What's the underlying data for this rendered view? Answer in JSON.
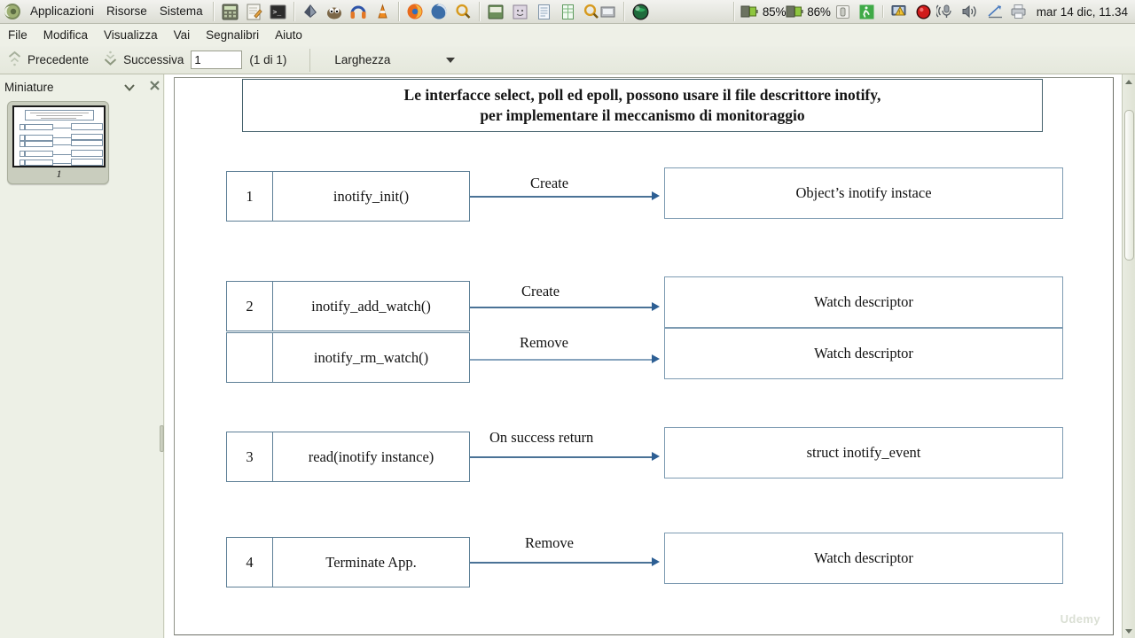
{
  "panel": {
    "menus": [
      "Applicazioni",
      "Risorse",
      "Sistema"
    ],
    "launchers": [
      {
        "name": "calculator-icon",
        "glyph": "὚9"
      },
      {
        "name": "text-editor-icon",
        "glyph": ""
      },
      {
        "name": "terminal-icon",
        "glyph": ""
      },
      {
        "name": "inkscape-icon",
        "glyph": ""
      },
      {
        "name": "gimp-icon",
        "glyph": ""
      },
      {
        "name": "audacity-icon",
        "glyph": ""
      },
      {
        "name": "vlc-icon",
        "glyph": ""
      },
      {
        "name": "firefox-icon",
        "glyph": ""
      },
      {
        "name": "browser-icon",
        "glyph": ""
      },
      {
        "name": "search-icon",
        "glyph": ""
      },
      {
        "name": "dictionary-icon",
        "glyph": ""
      },
      {
        "name": "spreadsheet-icon",
        "glyph": ""
      },
      {
        "name": "document-icon",
        "glyph": ""
      },
      {
        "name": "calc-sheet-icon",
        "glyph": ""
      },
      {
        "name": "magnifier-icon",
        "glyph": ""
      },
      {
        "name": "screenshot-icon",
        "glyph": ""
      },
      {
        "name": "globe-icon",
        "glyph": ""
      }
    ],
    "battery1": "85%",
    "battery2": "86%",
    "tray": [
      {
        "name": "usb-device-icon"
      },
      {
        "name": "logout-icon"
      },
      {
        "name": "display-warning-icon"
      },
      {
        "name": "record-icon"
      },
      {
        "name": "microphone-icon"
      },
      {
        "name": "volume-icon"
      },
      {
        "name": "network-icon"
      },
      {
        "name": "printer-icon"
      }
    ],
    "clock": "mar 14 dic, 11.34"
  },
  "menubar": {
    "items": [
      "File",
      "Modifica",
      "Visualizza",
      "Vai",
      "Segnalibri",
      "Aiuto"
    ]
  },
  "toolbar": {
    "prev_label": "Precedente",
    "next_label": "Successiva",
    "page_value": "1",
    "page_of": "(1 di 1)",
    "zoom_value": "Larghezza"
  },
  "sidebar": {
    "title": "Miniature",
    "thumbnail_page_number": "1"
  },
  "document": {
    "watermark": "Udemy",
    "title_line1": "Le interfacce select, poll ed epoll, possono usare il file descrittore inotify,",
    "title_line2": "per implementare il meccanismo di monitoraggio",
    "rows": [
      {
        "num": "1",
        "fn": "inotify_init()",
        "arrow_label": "Create",
        "result": "Object’s inotify instace"
      },
      {
        "num": "2",
        "fn": "inotify_add_watch()",
        "arrow_label": "Create",
        "result": "Watch descriptor"
      },
      {
        "num": "",
        "fn": "inotify_rm_watch()",
        "arrow_label": "Remove",
        "result": "Watch descriptor"
      },
      {
        "num": "3",
        "fn": "read(inotify instance)",
        "arrow_label": "On success return",
        "result": "struct inotify_event"
      },
      {
        "num": "4",
        "fn": "Terminate App.",
        "arrow_label": "Remove",
        "result": "Watch descriptor"
      }
    ]
  },
  "colors": {
    "box_border": "#5d7f96",
    "result_border": "#7d9bb2",
    "title_border": "#44606b",
    "arrow": "#4a7296",
    "panel_bg": "#e6e7e0",
    "sidebar_bg": "#edf0e6"
  }
}
